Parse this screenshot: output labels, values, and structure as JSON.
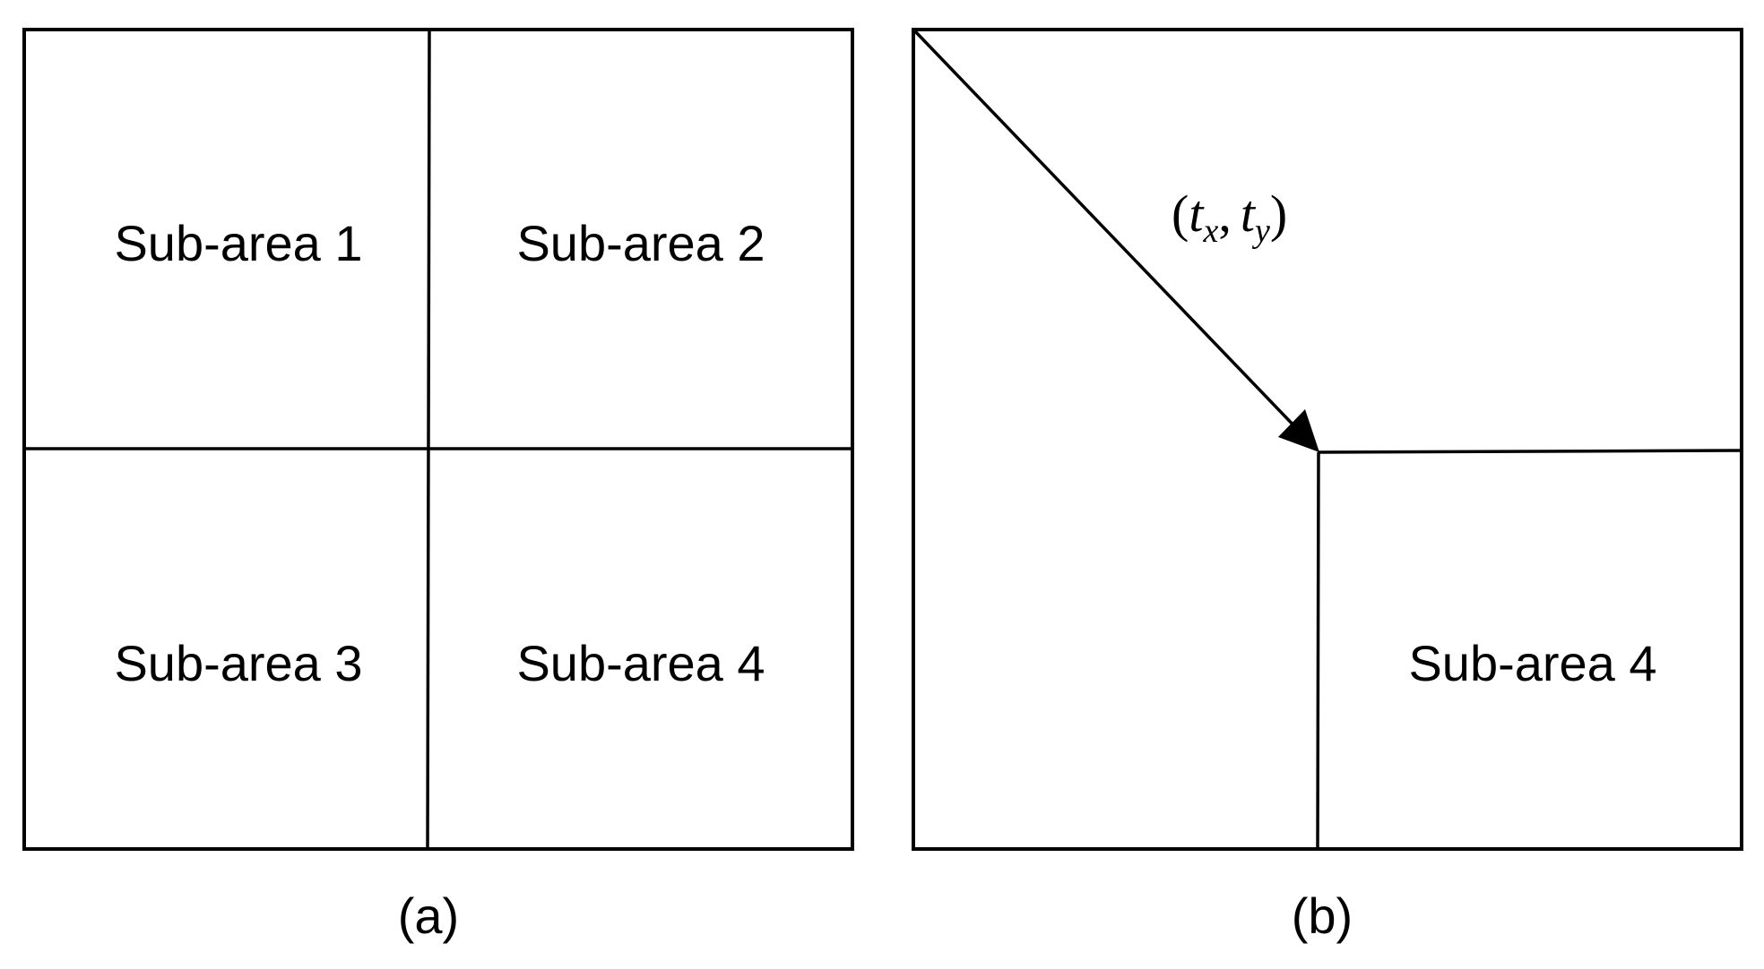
{
  "panel_a": {
    "labels": {
      "area1": "Sub-area 1",
      "area2": "Sub-area 2",
      "area3": "Sub-area 3",
      "area4": "Sub-area 4"
    },
    "caption": "(a)"
  },
  "panel_b": {
    "offset_label": {
      "open": "(",
      "var1": "t",
      "sub1": "x",
      "comma": ",",
      "var2": "t",
      "sub2": "y",
      "close": ")"
    },
    "labels": {
      "area4": "Sub-area 4"
    },
    "caption": "(b)"
  },
  "colors": {
    "stroke": "#000000",
    "background": "#ffffff"
  }
}
